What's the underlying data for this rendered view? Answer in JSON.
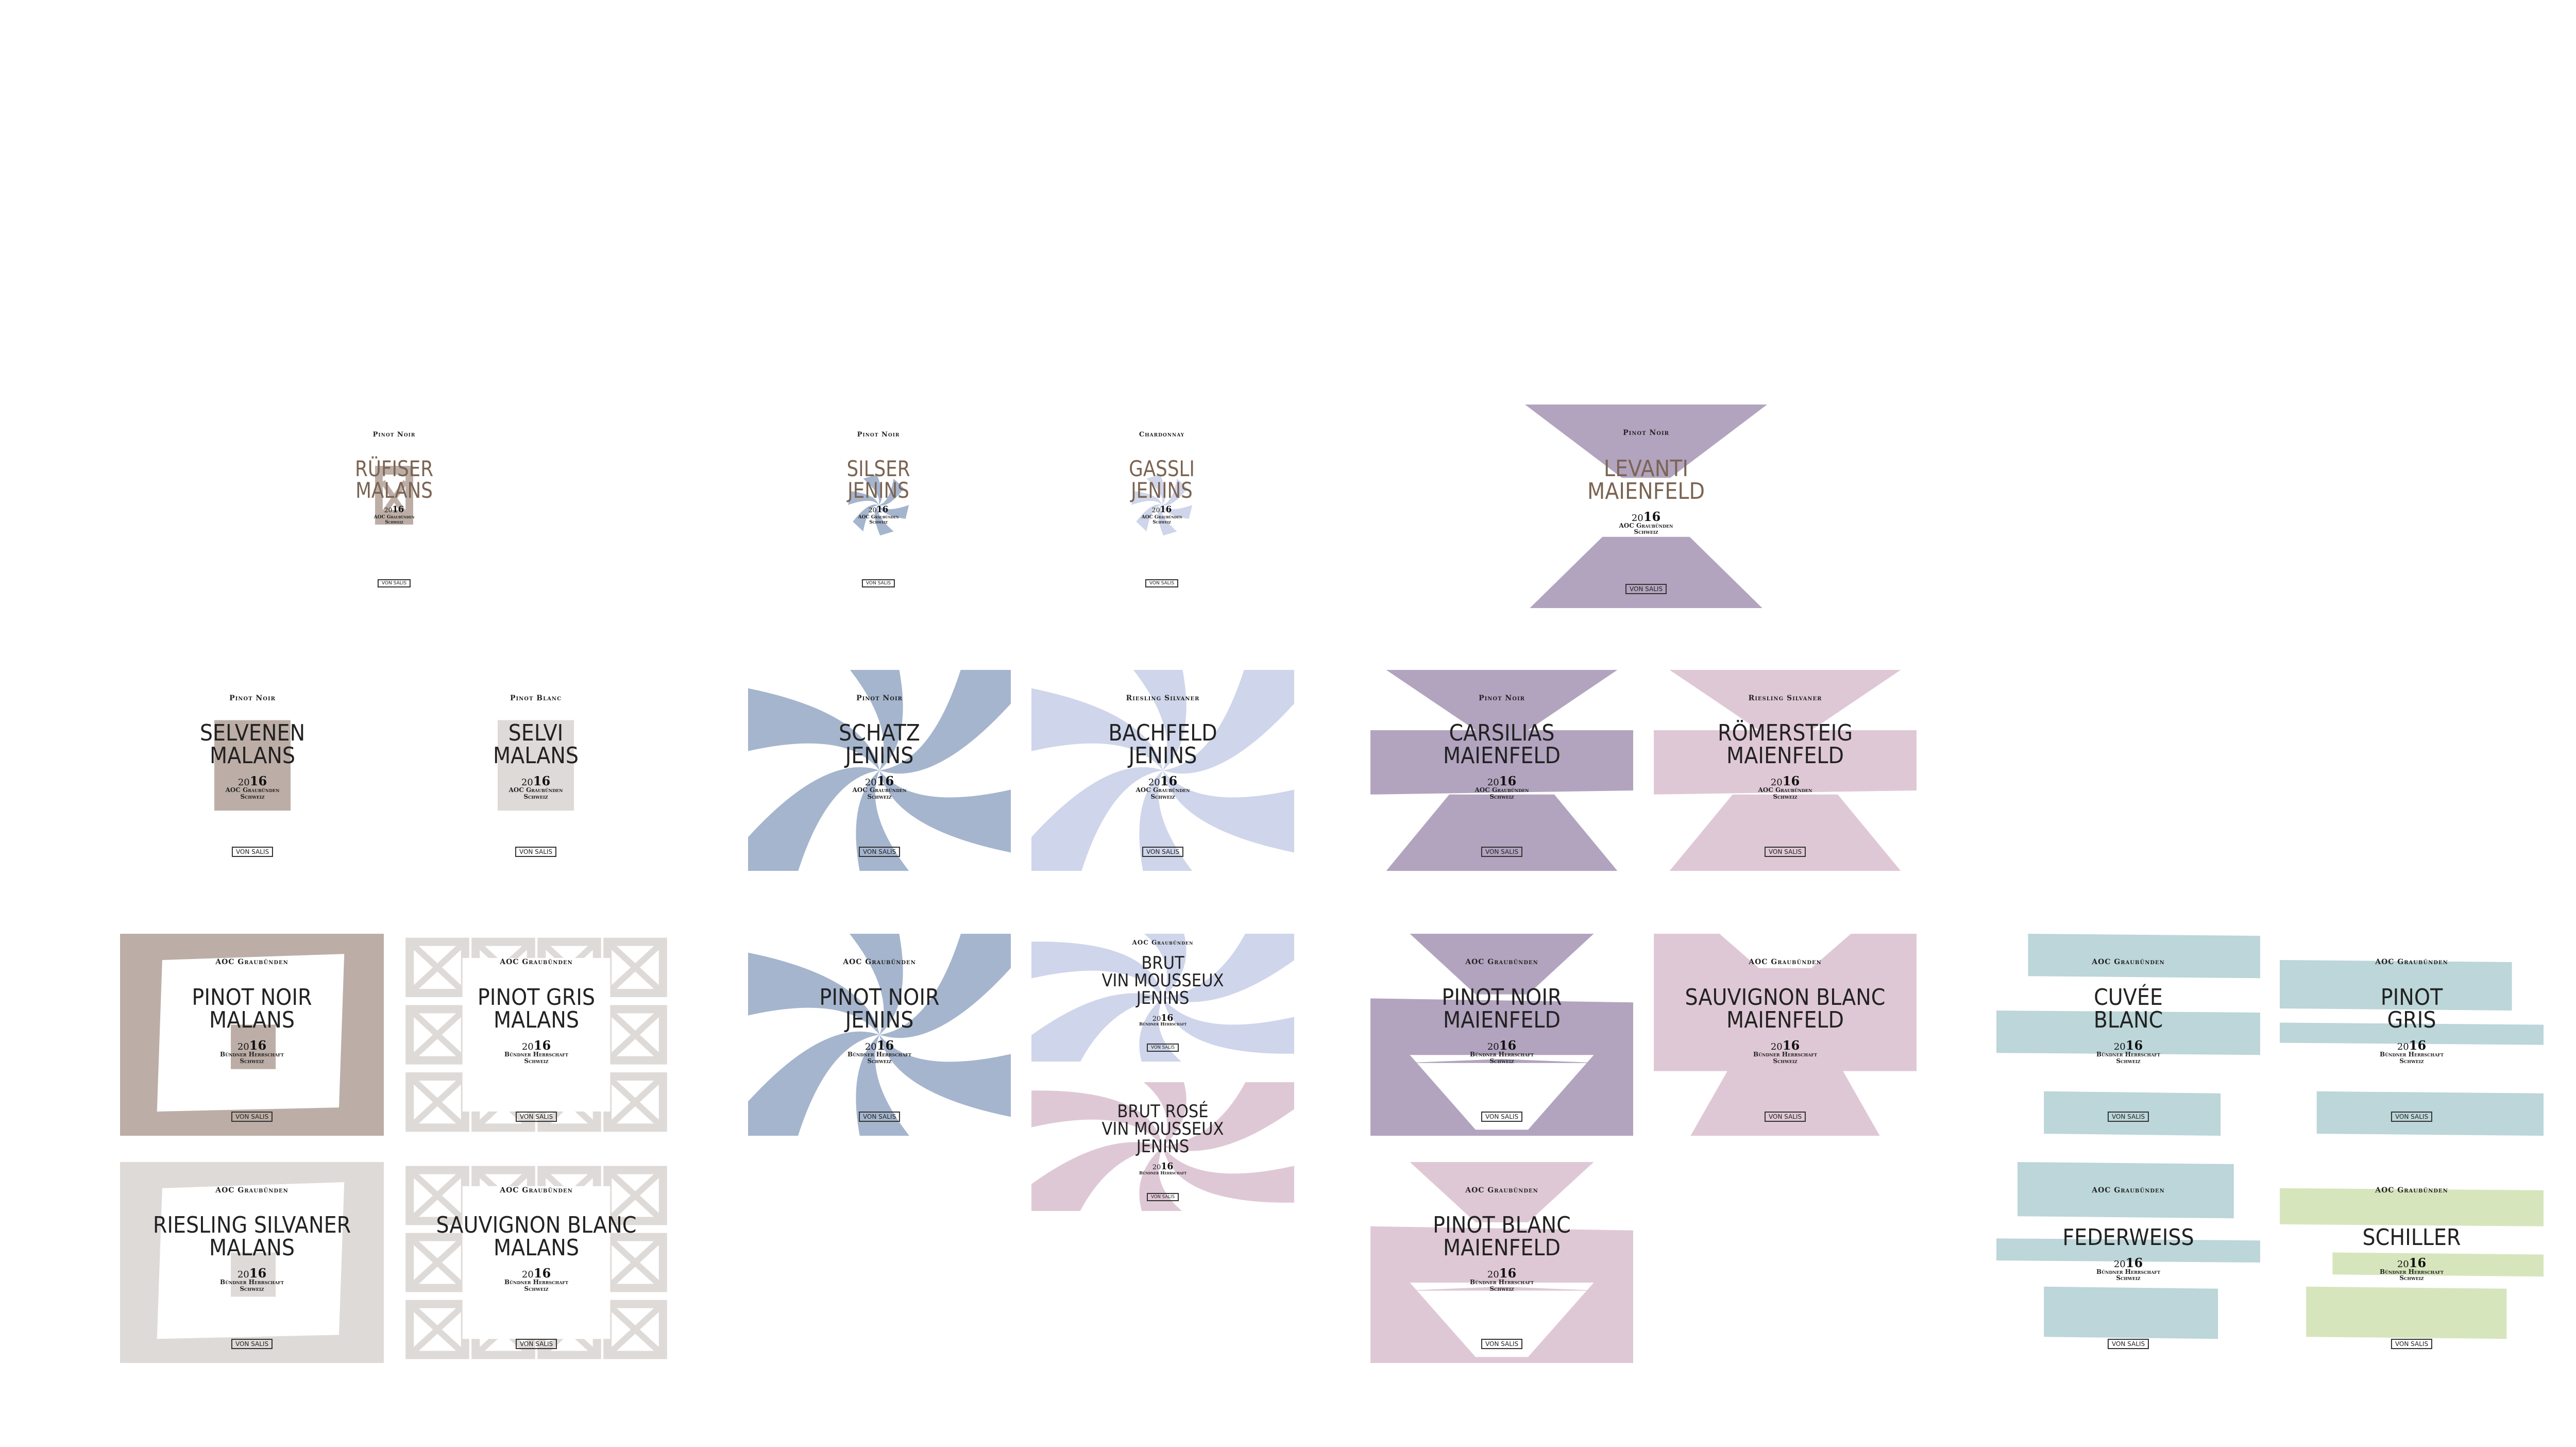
{
  "colors": {
    "brown": "#bcaea6",
    "grey": "#dedad7",
    "blue": "#a5b5ce",
    "lightblue": "#cfd5ea",
    "pink": "#dfc8d5",
    "purple": "#b2a4bf",
    "teal": "#bcd6d9",
    "green": "#d7e5bd",
    "darkbrown": "#7b6452",
    "ink": "#222222"
  },
  "labels": [
    {
      "id": "rufiser",
      "top": "Pinot Noir",
      "name": [
        "RÜFISER",
        "MALANS"
      ],
      "year_prefix": "20",
      "year": "16",
      "origin": [
        "AOC Graubünden",
        "Schweiz"
      ],
      "brand": "VON SALIS"
    },
    {
      "id": "silser",
      "top": "Pinot Noir",
      "name": [
        "SILSER",
        "JENINS"
      ],
      "year_prefix": "20",
      "year": "16",
      "origin": [
        "AOC Graubünden",
        "Schweiz"
      ],
      "brand": "VON SALIS"
    },
    {
      "id": "gassli",
      "top": "Chardonnay",
      "name": [
        "GASSLI",
        "JENINS"
      ],
      "year_prefix": "20",
      "year": "16",
      "origin": [
        "AOC Graubünden",
        "Schweiz"
      ],
      "brand": "VON SALIS"
    },
    {
      "id": "levanti",
      "top": "Pinot Noir",
      "name": [
        "LEVANTI",
        "MAIENFELD"
      ],
      "year_prefix": "20",
      "year": "16",
      "origin": [
        "AOC Graubünden",
        "Schweiz"
      ],
      "brand": "VON SALIS"
    },
    {
      "id": "selvenen",
      "top": "Pinot Noir",
      "name": [
        "SELVENEN",
        "MALANS"
      ],
      "year_prefix": "20",
      "year": "16",
      "origin": [
        "AOC Graubünden",
        "Schweiz"
      ],
      "brand": "VON SALIS"
    },
    {
      "id": "selvi",
      "top": "Pinot Blanc",
      "name": [
        "SELVI",
        "MALANS"
      ],
      "year_prefix": "20",
      "year": "16",
      "origin": [
        "AOC Graubünden",
        "Schweiz"
      ],
      "brand": "VON SALIS"
    },
    {
      "id": "schatz",
      "top": "Pinot Noir",
      "name": [
        "SCHATZ",
        "JENINS"
      ],
      "year_prefix": "20",
      "year": "16",
      "origin": [
        "AOC Graubünden",
        "Schweiz"
      ],
      "brand": "VON SALIS"
    },
    {
      "id": "bachfeld",
      "top": "Riesling Silvaner",
      "name": [
        "BACHFELD",
        "JENINS"
      ],
      "year_prefix": "20",
      "year": "16",
      "origin": [
        "AOC Graubünden",
        "Schweiz"
      ],
      "brand": "VON SALIS"
    },
    {
      "id": "carsilias",
      "top": "Pinot Noir",
      "name": [
        "CARSILIAS",
        "MAIENFELD"
      ],
      "year_prefix": "20",
      "year": "16",
      "origin": [
        "AOC Graubünden",
        "Schweiz"
      ],
      "brand": "VON SALIS"
    },
    {
      "id": "romersteig",
      "top": "Riesling Silvaner",
      "name": [
        "RÖMERSTEIG",
        "MAIENFELD"
      ],
      "year_prefix": "20",
      "year": "16",
      "origin": [
        "AOC Graubünden",
        "Schweiz"
      ],
      "brand": "VON SALIS"
    },
    {
      "id": "pinot-noir-malans",
      "top": "AOC Graubünden",
      "name": [
        "PINOT NOIR",
        "MALANS"
      ],
      "year_prefix": "20",
      "year": "16",
      "origin": [
        "Bündner Herrschaft",
        "Schweiz"
      ],
      "brand": "VON SALIS"
    },
    {
      "id": "pinot-gris-malans",
      "top": "AOC Graubünden",
      "name": [
        "PINOT GRIS",
        "MALANS"
      ],
      "year_prefix": "20",
      "year": "16",
      "origin": [
        "Bündner Herrschaft",
        "Schweiz"
      ],
      "brand": "VON SALIS"
    },
    {
      "id": "pinot-noir-jenins",
      "top": "AOC Graubünden",
      "name": [
        "PINOT NOIR",
        "JENINS"
      ],
      "year_prefix": "20",
      "year": "16",
      "origin": [
        "Bündner Herrschaft",
        "Schweiz"
      ],
      "brand": "VON SALIS"
    },
    {
      "id": "brut-vin-mousseux",
      "top": "AOC Graubünden",
      "name": [
        "BRUT",
        "VIN MOUSSEUX",
        "JENINS"
      ],
      "year_prefix": "20",
      "year": "16",
      "origin": [
        "Bündner Herrschaft"
      ],
      "brand": "VON SALIS"
    },
    {
      "id": "brut-rose",
      "top": "",
      "name": [
        "BRUT ROSÉ",
        "VIN MOUSSEUX",
        "JENINS"
      ],
      "year_prefix": "20",
      "year": "16",
      "origin": [
        "Bündner Herrschaft"
      ],
      "brand": "VON SALIS"
    },
    {
      "id": "pinot-noir-maienfeld",
      "top": "AOC Graubünden",
      "name": [
        "PINOT NOIR",
        "MAIENFELD"
      ],
      "year_prefix": "20",
      "year": "16",
      "origin": [
        "Bündner Herrschaft",
        "Schweiz"
      ],
      "brand": "VON SALIS"
    },
    {
      "id": "sauvignon-blanc-maienfeld",
      "top": "AOC Graubünden",
      "name": [
        "SAUVIGNON BLANC",
        "MAIENFELD"
      ],
      "year_prefix": "20",
      "year": "16",
      "origin": [
        "Bündner Herrschaft",
        "Schweiz"
      ],
      "brand": "VON SALIS"
    },
    {
      "id": "pinot-blanc-maienfeld",
      "top": "AOC Graubünden",
      "name": [
        "PINOT BLANC",
        "MAIENFELD"
      ],
      "year_prefix": "20",
      "year": "16",
      "origin": [
        "Bündner Herrschaft",
        "Schweiz"
      ],
      "brand": "VON SALIS"
    },
    {
      "id": "cuvee-blanc",
      "top": "AOC Graubünden",
      "name": [
        "CUVÉE",
        "BLANC"
      ],
      "year_prefix": "20",
      "year": "16",
      "origin": [
        "Bündner Herrschaft",
        "Schweiz"
      ],
      "brand": "VON SALIS"
    },
    {
      "id": "pinot-gris",
      "top": "AOC Graubünden",
      "name": [
        "PINOT",
        "GRIS"
      ],
      "year_prefix": "20",
      "year": "16",
      "origin": [
        "Bündner Herrschaft",
        "Schweiz"
      ],
      "brand": "VON SALIS"
    },
    {
      "id": "riesling-silvaner-malans",
      "top": "AOC Graubünden",
      "name": [
        "RIESLING SILVANER",
        "MALANS"
      ],
      "year_prefix": "20",
      "year": "16",
      "origin": [
        "Bündner Herrschaft",
        "Schweiz"
      ],
      "brand": "VON SALIS"
    },
    {
      "id": "sauvignon-blanc-malans",
      "top": "AOC Graubünden",
      "name": [
        "SAUVIGNON BLANC",
        "MALANS"
      ],
      "year_prefix": "20",
      "year": "16",
      "origin": [
        "Bündner Herrschaft",
        "Schweiz"
      ],
      "brand": "VON SALIS"
    },
    {
      "id": "federweiss",
      "top": "AOC Graubünden",
      "name": [
        "FEDERWEISS"
      ],
      "year_prefix": "20",
      "year": "16",
      "origin": [
        "Bündner Herrschaft",
        "Schweiz"
      ],
      "brand": "VON SALIS"
    },
    {
      "id": "schiller",
      "top": "AOC Graubünden",
      "name": [
        "SCHILLER"
      ],
      "year_prefix": "20",
      "year": "16",
      "origin": [
        "Bündner Herrschaft",
        "Schweiz"
      ],
      "brand": "VON SALIS"
    }
  ]
}
